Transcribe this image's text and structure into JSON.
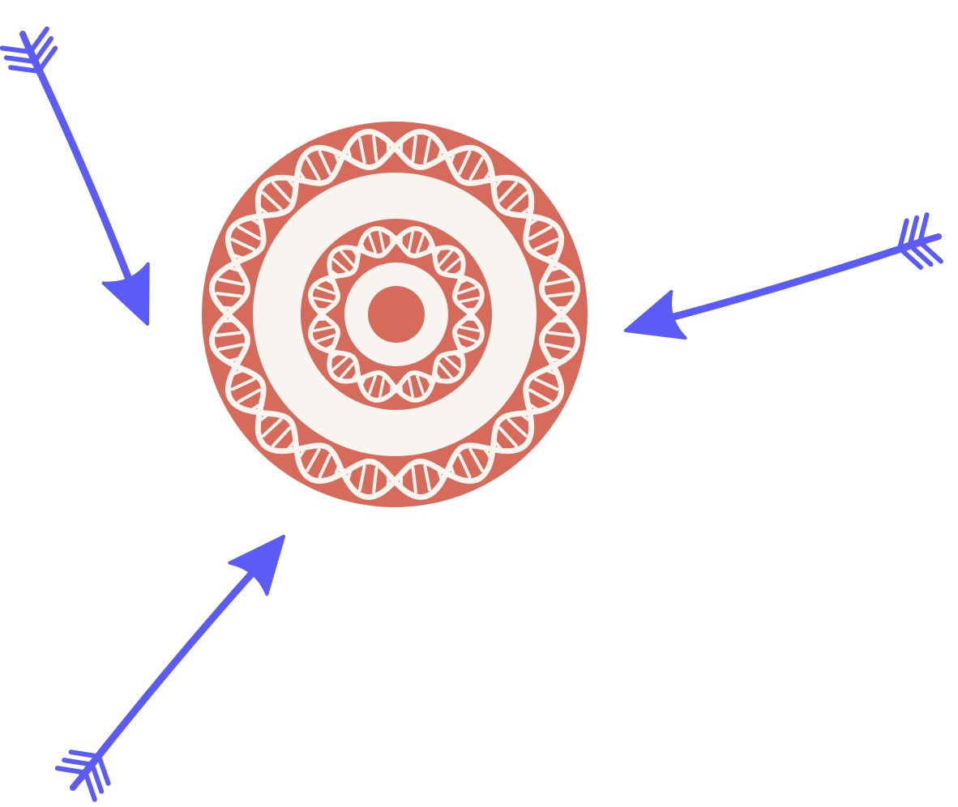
{
  "illustration": {
    "subject": "dna-target-icon",
    "colors": {
      "target_red": "#d66b5c",
      "target_cream": "#f8f5f0",
      "arrow_blue": "#5b5bf5",
      "background": "#ffffff"
    },
    "arrows": [
      {
        "name": "arrow-top-left",
        "icon": "arrow-icon"
      },
      {
        "name": "arrow-right",
        "icon": "arrow-icon"
      },
      {
        "name": "arrow-bottom-left",
        "icon": "arrow-icon"
      }
    ]
  }
}
